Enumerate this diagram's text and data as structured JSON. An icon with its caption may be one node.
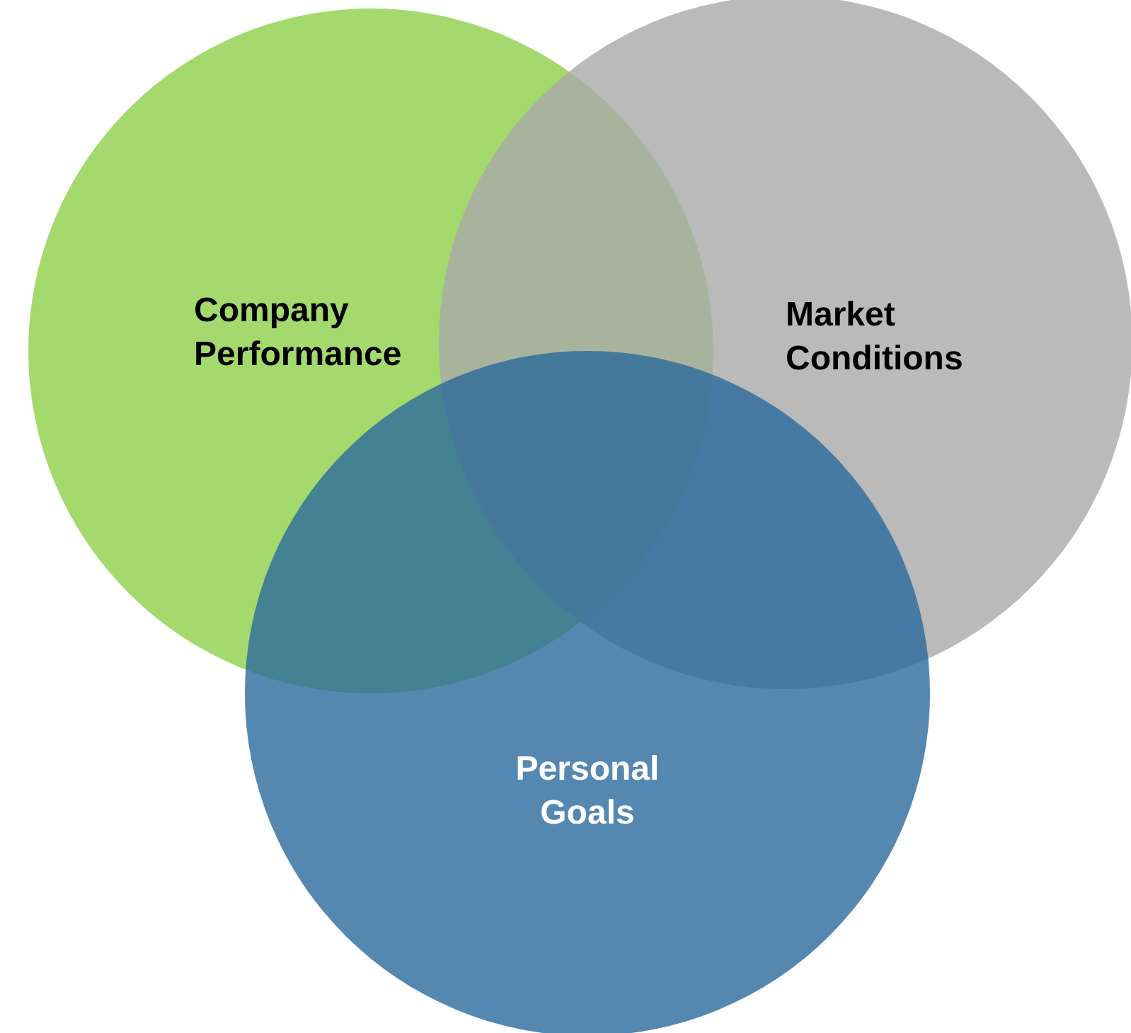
{
  "diagram": {
    "nodes": [
      {
        "text": [
          "Company Performance"
        ]
      },
      {
        "text": [
          "Market Conditions"
        ]
      },
      {
        "text": [
          "Personal Goals"
        ]
      }
    ]
  }
}
